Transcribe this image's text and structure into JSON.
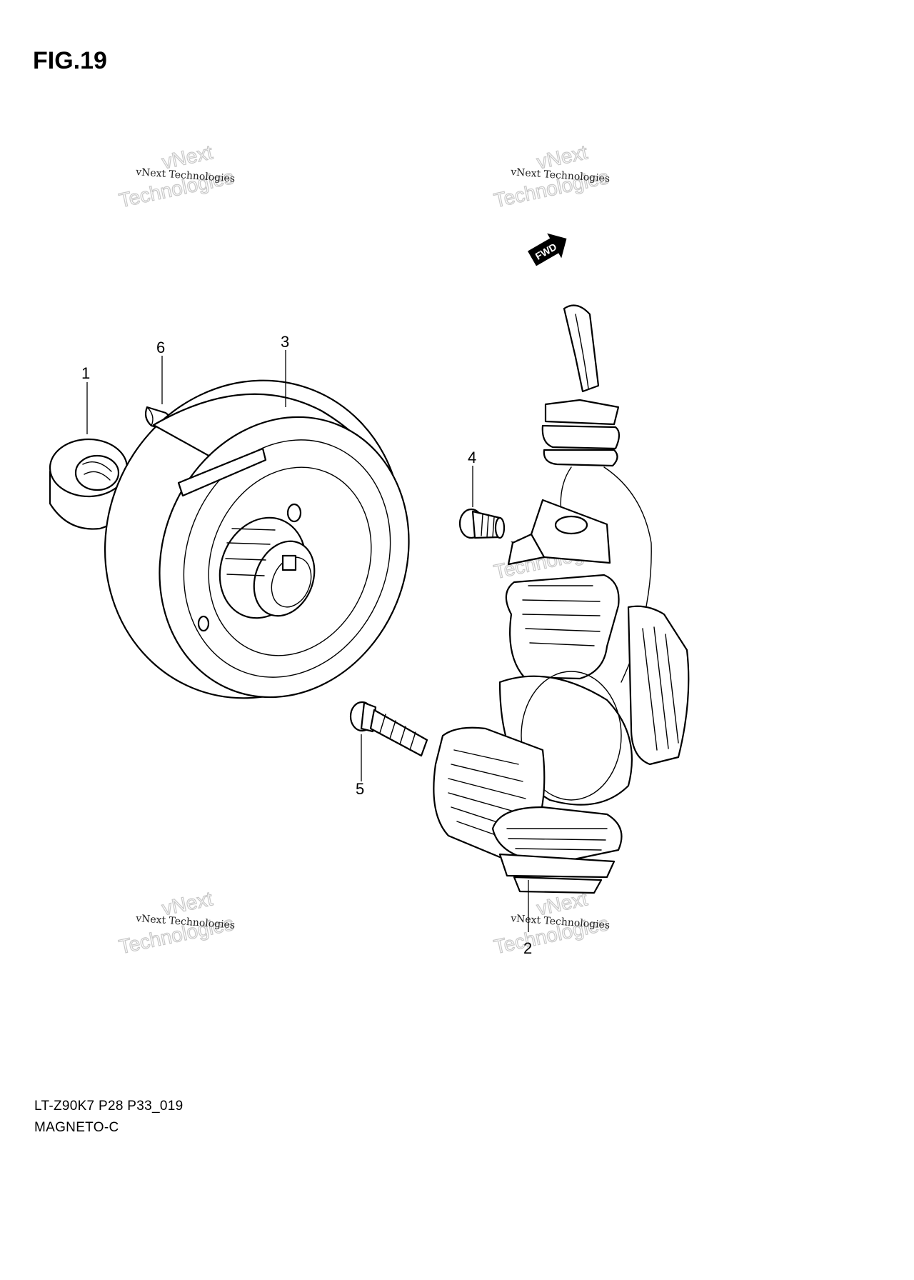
{
  "figure": {
    "title": "FIG.19"
  },
  "footer": {
    "model_code": "LT-Z90K7  P28 P33_019",
    "section_name": "MAGNETO-C"
  },
  "fwd_badge": {
    "label": "FWD"
  },
  "callouts": [
    {
      "id": "1",
      "label": "1"
    },
    {
      "id": "2",
      "label": "2"
    },
    {
      "id": "3",
      "label": "3"
    },
    {
      "id": "4",
      "label": "4"
    },
    {
      "id": "5",
      "label": "5"
    },
    {
      "id": "6",
      "label": "6"
    }
  ],
  "watermark": {
    "line1": "vNext Technologies",
    "line2": "vNext",
    "line3": "Technologies"
  }
}
